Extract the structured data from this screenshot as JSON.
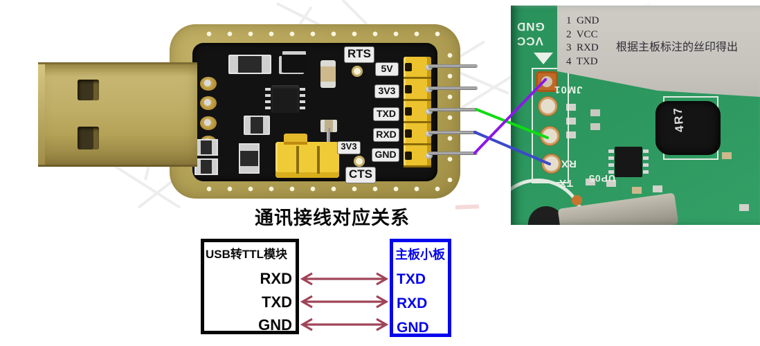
{
  "usb_module": {
    "label_rts": "RTS",
    "label_5v": "5V",
    "label_3v3": "3V3",
    "label_txd": "TXD",
    "label_rxd": "RXD",
    "label_gnd": "GND",
    "label_cts": "CTS",
    "jumper_label": "3V3"
  },
  "main_board": {
    "sticker_lines": [
      "1  GND",
      "2  VCC",
      "3  RXD",
      "4  TXD"
    ],
    "sticker_note": "根据主板标注的丝印得出",
    "silk_gnd": "GND",
    "silk_vcc": "VCC",
    "silk_jm01": "JM01",
    "silk_rx": "RX",
    "silk_tx": "TX",
    "silk_up05": "UP05",
    "inductor_label": "4R7"
  },
  "wires": {
    "green": "#0fdc12",
    "blue": "#3c49c8",
    "purple": "#8a18e8"
  },
  "diagram": {
    "title": "通讯接线对应关系",
    "left_box_title": "USB转TTL模块",
    "left_pins": [
      "RXD",
      "TXD",
      "GND"
    ],
    "right_box_title": "主板小板",
    "right_pins": [
      "TXD",
      "RXD",
      "GND"
    ],
    "arrow_color": "#a04458",
    "box_blue": "#0505ee"
  }
}
